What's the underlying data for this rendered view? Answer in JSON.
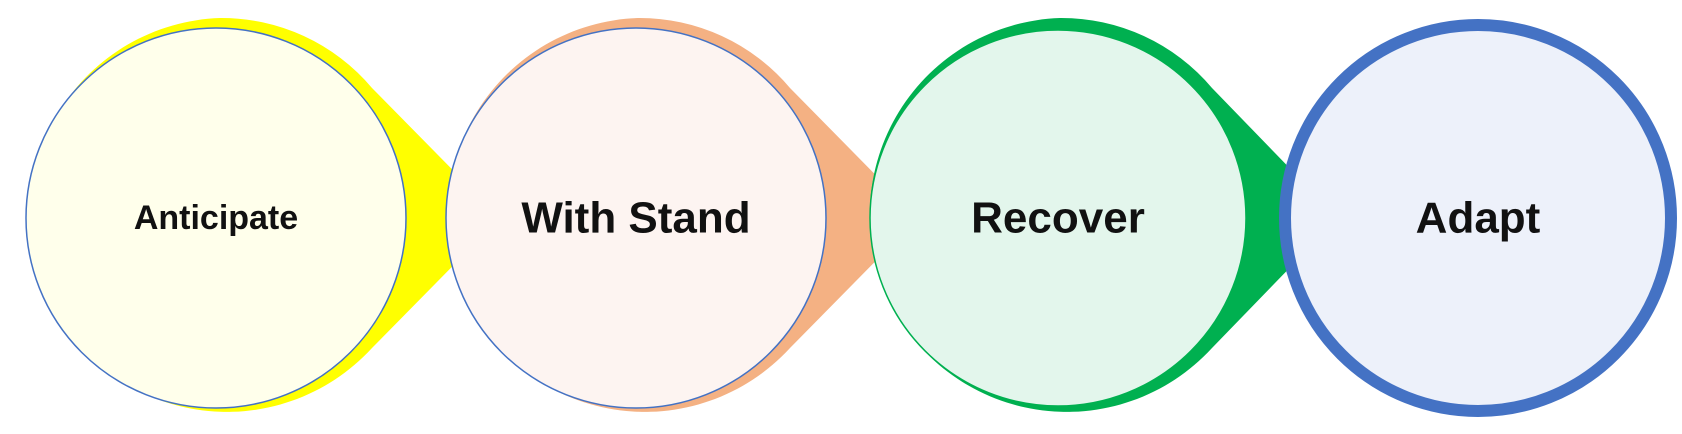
{
  "stages": [
    {
      "label": "Anticipate",
      "ring_color": "#FFFF00",
      "fill_color": "#FFFFEB",
      "inner_stroke": "#4472C4"
    },
    {
      "label": "With Stand",
      "ring_color": "#F4B183",
      "fill_color": "#FDF4F1",
      "inner_stroke": "#4472C4"
    },
    {
      "label": "Recover",
      "ring_color": "#00B050",
      "fill_color": "#E3F6EC",
      "inner_stroke": "#00B050"
    },
    {
      "label": "Adapt",
      "ring_color": "#4472C4",
      "fill_color": "#EDF1FA",
      "inner_stroke": "#4472C4"
    }
  ]
}
